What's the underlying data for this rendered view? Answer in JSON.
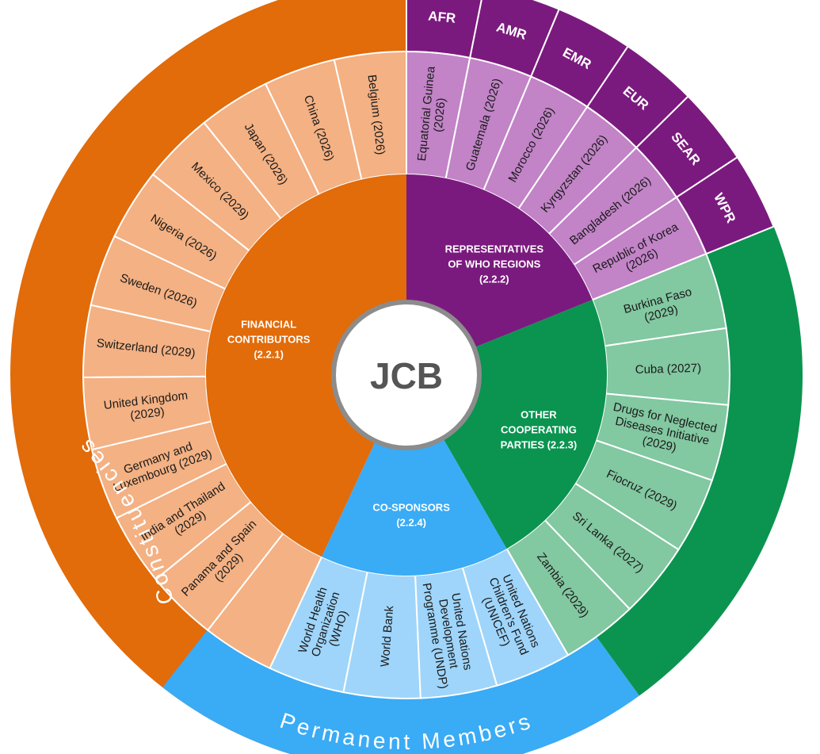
{
  "center": {
    "label": "JCB"
  },
  "bands": {
    "constituencies": "Constituencies",
    "permanent_members": "Permanent Members"
  },
  "colors": {
    "financial": "#E26B0A",
    "financial_light": "#F4B183",
    "who": "#7B1A7E",
    "who_light": "#C283C7",
    "other": "#0A9450",
    "other_light": "#82C8A1",
    "cosponsors": "#3AABF5",
    "cosponsors_light": "#9FD5FA",
    "white": "#ffffff",
    "center_stroke": "#8c8c8c"
  },
  "groups": {
    "financial": {
      "label_lines": [
        "FINANCIAL",
        "CONTRIBUTORS",
        "(2.2.1)"
      ]
    },
    "who": {
      "label_lines": [
        "REPRESENTATIVES",
        "OF WHO REGIONS",
        "(2.2.2)"
      ]
    },
    "other": {
      "label_lines": [
        "OTHER",
        "COOPERATING",
        "PARTIES  (2.2.3)"
      ]
    },
    "cosponsors": {
      "label_lines": [
        "CO-SPONSORS",
        "(2.2.4)"
      ]
    }
  },
  "members": {
    "financial": [
      [
        "Panama and Spain",
        "(2029)"
      ],
      [
        "India and Thailand",
        "(2029)"
      ],
      [
        "Germany and",
        "Luxembourg (2029)"
      ],
      [
        "United Kingdom",
        "(2029)"
      ],
      [
        "Switzerland (2029)"
      ],
      [
        "Sweden (2026)"
      ],
      [
        "Nigeria (2026)"
      ],
      [
        "Mexico (2029)"
      ],
      [
        "Japan (2026)"
      ],
      [
        "China (2026)"
      ],
      [
        "Belgium (2026)"
      ]
    ],
    "who": [
      [
        "Equatorial Guinea",
        "(2026)"
      ],
      [
        "Guatemala (2026)"
      ],
      [
        "Morocco (2026)"
      ],
      [
        "Kyrgyzstan (2026)"
      ],
      [
        "Bangladesh (2026)"
      ],
      [
        "Republic of Korea",
        "(2026)"
      ]
    ],
    "other": [
      [
        "Burkina Faso",
        "(2029)"
      ],
      [
        "Cuba (2027)"
      ],
      [
        "Drugs for Neglected",
        "Diseases Initiative",
        "(2029)"
      ],
      [
        "Fiocruz (2029)"
      ],
      [
        "Sri Lanka (2027)"
      ],
      [
        "Zambia (2029)"
      ]
    ],
    "cosponsors": [
      [
        "United Nations",
        "Children's Fund",
        "(UNICEF)"
      ],
      [
        "United Nations",
        "Development",
        "Programme (UNDP)"
      ],
      [
        "World Bank"
      ],
      [
        "World Health",
        "Organization",
        "(WHO)"
      ]
    ]
  },
  "regions": [
    "AFR",
    "AMR",
    "EMR",
    "EUR",
    "SEAR",
    "WPR"
  ]
}
